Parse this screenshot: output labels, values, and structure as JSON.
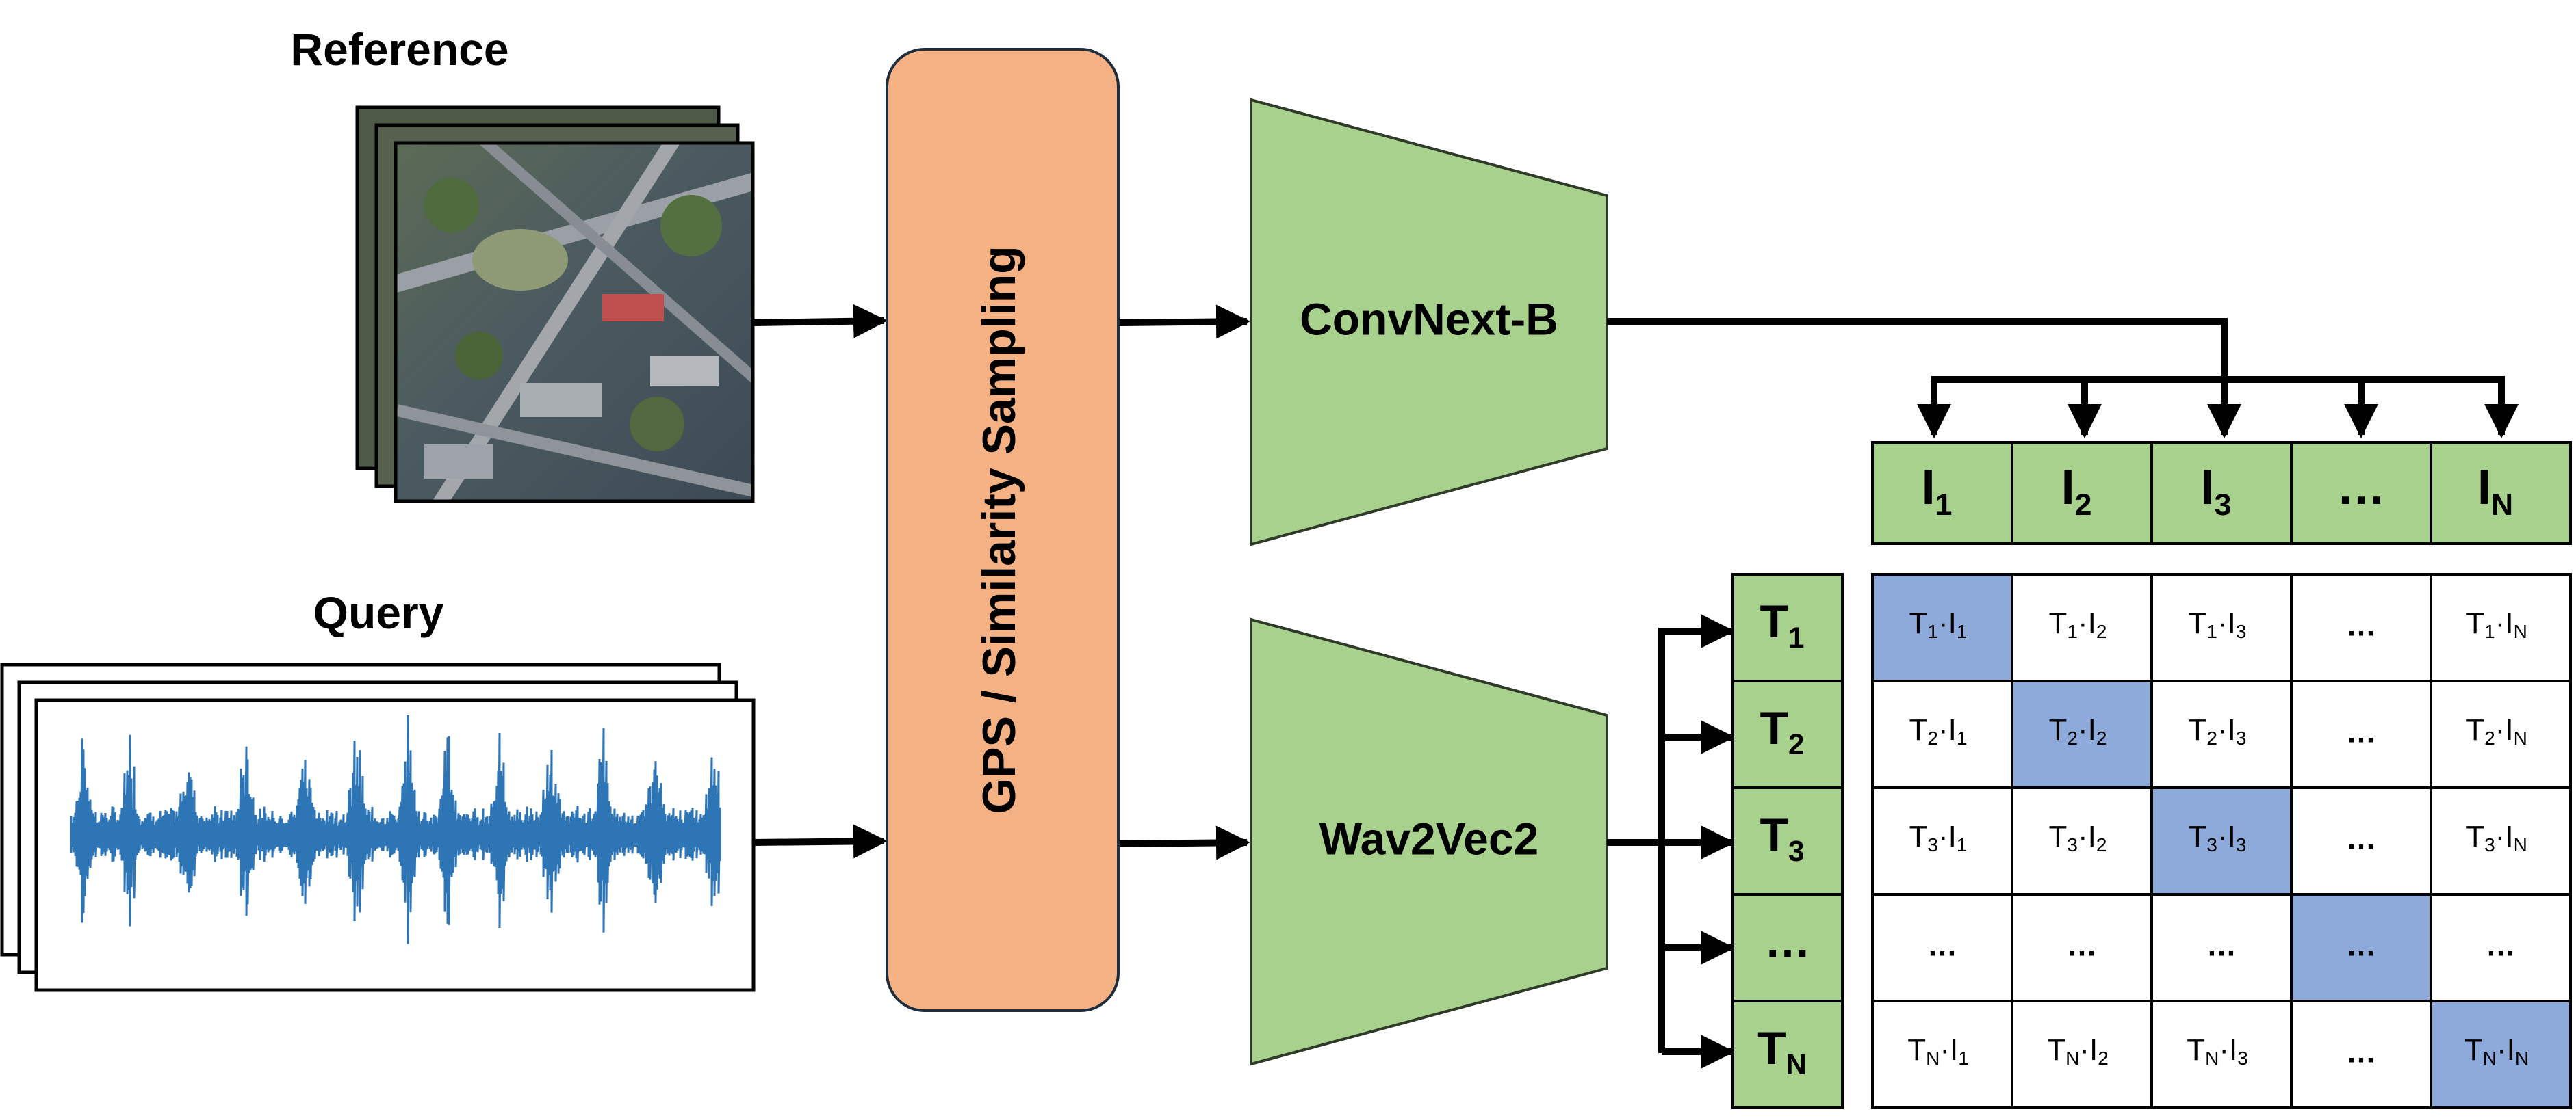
{
  "reference": {
    "label": "Reference"
  },
  "query": {
    "label": "Query"
  },
  "sampler": {
    "label": "GPS / Similarity Sampling",
    "color": "#f4b183"
  },
  "image_encoder": {
    "label": "ConvNext-B",
    "color": "#a9d18e"
  },
  "audio_encoder": {
    "label": "Wav2Vec2",
    "color": "#a9d18e"
  },
  "image_embeddings": {
    "color": "#a9d18e",
    "items": [
      {
        "base": "I",
        "sub": "1"
      },
      {
        "base": "I",
        "sub": "2"
      },
      {
        "base": "I",
        "sub": "3"
      },
      {
        "base": "…",
        "sub": ""
      },
      {
        "base": "I",
        "sub": "N"
      }
    ]
  },
  "audio_embeddings": {
    "color": "#a9d18e",
    "items": [
      {
        "base": "T",
        "sub": "1"
      },
      {
        "base": "T",
        "sub": "2"
      },
      {
        "base": "T",
        "sub": "3"
      },
      {
        "base": "…",
        "sub": ""
      },
      {
        "base": "T",
        "sub": "N"
      }
    ]
  },
  "similarity_matrix": {
    "highlight_color": "#8eaadb",
    "rows": [
      [
        {
          "t": "1",
          "i": "1",
          "hl": true
        },
        {
          "t": "1",
          "i": "2"
        },
        {
          "t": "1",
          "i": "3"
        },
        {
          "dots": true
        },
        {
          "t": "1",
          "i": "N"
        }
      ],
      [
        {
          "t": "2",
          "i": "1"
        },
        {
          "t": "2",
          "i": "2",
          "hl": true
        },
        {
          "t": "2",
          "i": "3"
        },
        {
          "dots": true
        },
        {
          "t": "2",
          "i": "N"
        }
      ],
      [
        {
          "t": "3",
          "i": "1"
        },
        {
          "t": "3",
          "i": "2"
        },
        {
          "t": "3",
          "i": "3",
          "hl": true
        },
        {
          "dots": true
        },
        {
          "t": "3",
          "i": "N"
        }
      ],
      [
        {
          "dots": true
        },
        {
          "dots": true
        },
        {
          "dots": true
        },
        {
          "dots": true,
          "hl": true
        },
        {
          "dots": true
        }
      ],
      [
        {
          "t": "N",
          "i": "1"
        },
        {
          "t": "N",
          "i": "2"
        },
        {
          "t": "N",
          "i": "3"
        },
        {
          "dots": true
        },
        {
          "t": "N",
          "i": "N",
          "hl": true
        }
      ]
    ]
  },
  "waveform_color": "#2e75b6"
}
